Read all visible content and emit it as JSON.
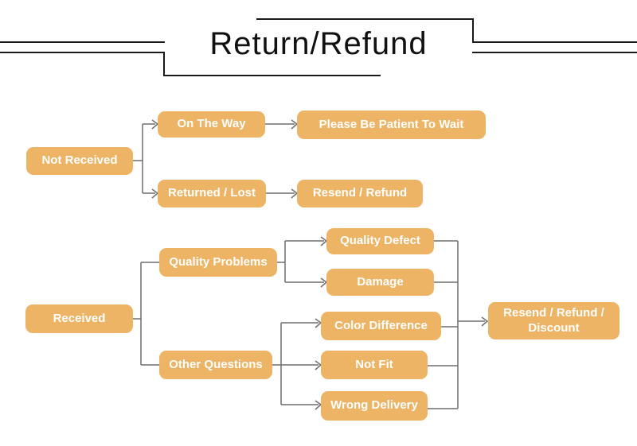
{
  "title": "Return/Refund",
  "colors": {
    "box": "#ECB464",
    "box_text": "#FFFFFF",
    "connector": "#6F6F6F",
    "accent_line": "#1A1A1A"
  },
  "nodes": {
    "not_received": "Not Received",
    "on_the_way": "On The Way",
    "please_wait": "Please Be Patient To Wait",
    "returned_lost": "Returned / Lost",
    "resend_refund": "Resend / Refund",
    "received": "Received",
    "quality_problems": "Quality Problems",
    "other_questions": "Other Questions",
    "quality_defect": "Quality Defect",
    "damage": "Damage",
    "color_difference": "Color Difference",
    "not_fit": "Not Fit",
    "wrong_delivery": "Wrong Delivery",
    "resend_refund_discount": "Resend / Refund / Discount"
  },
  "edges": [
    {
      "from": "not_received",
      "to": "on_the_way",
      "arrow": true
    },
    {
      "from": "not_received",
      "to": "returned_lost",
      "arrow": true
    },
    {
      "from": "on_the_way",
      "to": "please_wait",
      "arrow": true
    },
    {
      "from": "returned_lost",
      "to": "resend_refund",
      "arrow": true
    },
    {
      "from": "received",
      "to": "quality_problems",
      "arrow": false
    },
    {
      "from": "received",
      "to": "other_questions",
      "arrow": false
    },
    {
      "from": "quality_problems",
      "to": "quality_defect",
      "arrow": true
    },
    {
      "from": "quality_problems",
      "to": "damage",
      "arrow": true
    },
    {
      "from": "other_questions",
      "to": "color_difference",
      "arrow": true
    },
    {
      "from": "other_questions",
      "to": "not_fit",
      "arrow": true
    },
    {
      "from": "other_questions",
      "to": "wrong_delivery",
      "arrow": true
    },
    {
      "from": "quality_defect",
      "to": "resend_refund_discount",
      "arrow": true
    },
    {
      "from": "damage",
      "to": "resend_refund_discount",
      "arrow": true
    },
    {
      "from": "color_difference",
      "to": "resend_refund_discount",
      "arrow": true
    },
    {
      "from": "not_fit",
      "to": "resend_refund_discount",
      "arrow": true
    },
    {
      "from": "wrong_delivery",
      "to": "resend_refund_discount",
      "arrow": true
    }
  ]
}
